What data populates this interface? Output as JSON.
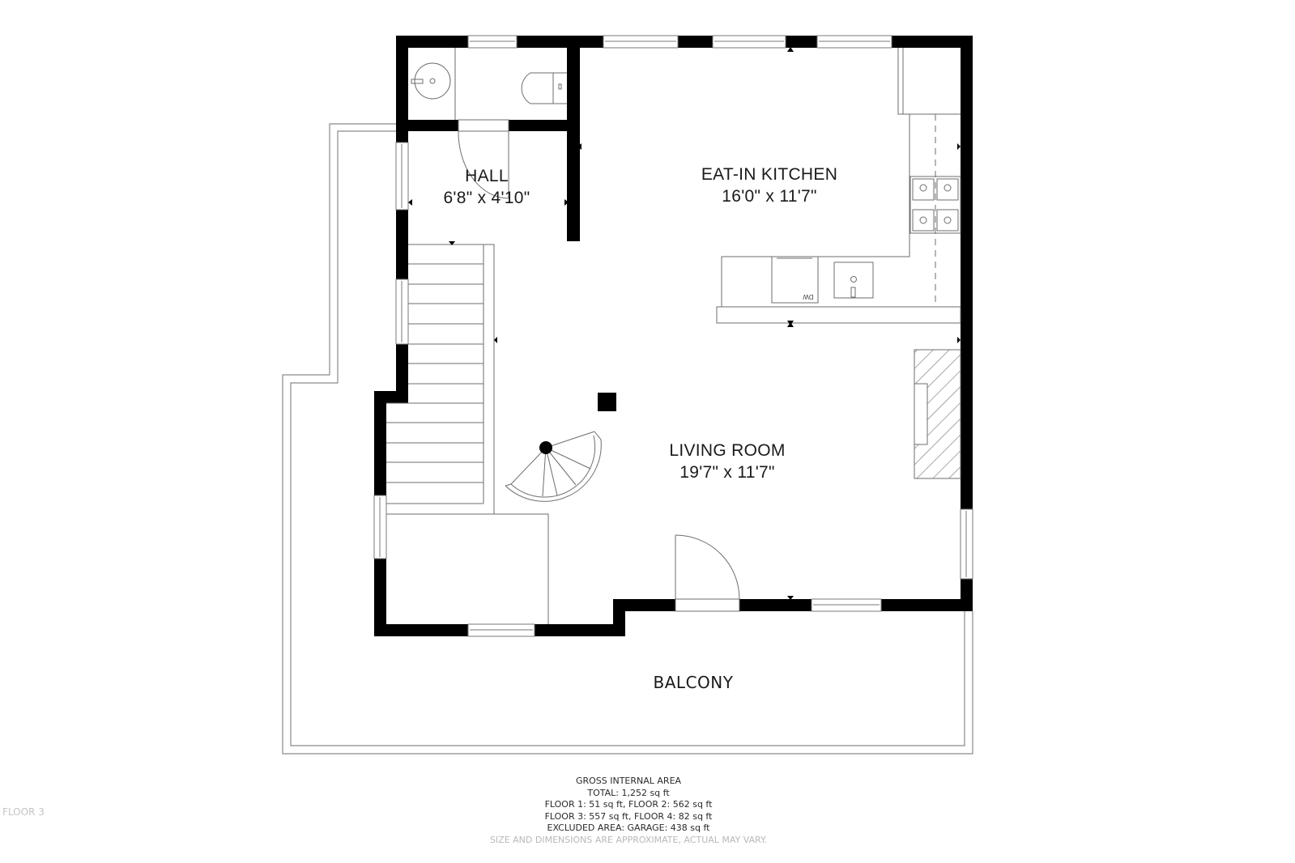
{
  "floor": {
    "label": "FLOOR 3"
  },
  "rooms": [
    {
      "id": "hall",
      "name": "HALL",
      "dimensions": "6'8\" x 4'10\""
    },
    {
      "id": "eat-in-kitchen",
      "name": "EAT-IN KITCHEN",
      "dimensions": "16'0\" x 11'7\""
    },
    {
      "id": "living-room",
      "name": "LIVING ROOM",
      "dimensions": "19'7\" x 11'7\""
    }
  ],
  "outdoor": {
    "balcony": "BALCONY"
  },
  "fixtures": {
    "dishwasher_label": "DW"
  },
  "area_summary": {
    "title": "GROSS INTERNAL AREA",
    "total": "TOTAL: 1,252 sq ft",
    "line1": "FLOOR 1: 51 sq ft, FLOOR 2: 562 sq ft",
    "line2": "FLOOR 3: 557 sq ft, FLOOR 4: 82 sq ft",
    "excluded": "EXCLUDED AREA: GARAGE: 438 sq ft",
    "disclaimer": "SIZE AND DIMENSIONS ARE APPROXIMATE, ACTUAL MAY VARY."
  },
  "colors": {
    "wall": "#000000",
    "line": "#6e6e6e",
    "text": "#1a1a1a",
    "muted": "#b8b8b8",
    "background": "#ffffff"
  }
}
